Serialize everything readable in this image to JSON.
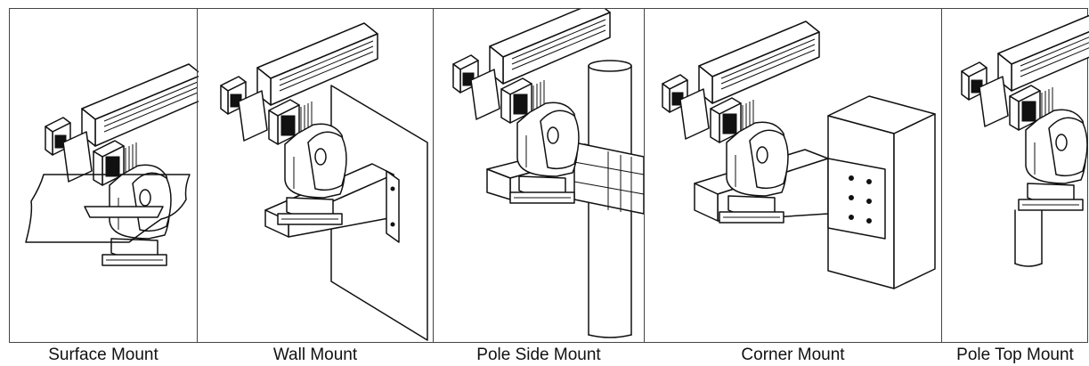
{
  "panels": [
    {
      "key": "surface",
      "label": "Surface Mount"
    },
    {
      "key": "wall",
      "label": "Wall Mount"
    },
    {
      "key": "pole_side",
      "label": "Pole Side Mount"
    },
    {
      "key": "corner",
      "label": "Corner Mount"
    },
    {
      "key": "pole_top",
      "label": "Pole Top Mount"
    }
  ]
}
